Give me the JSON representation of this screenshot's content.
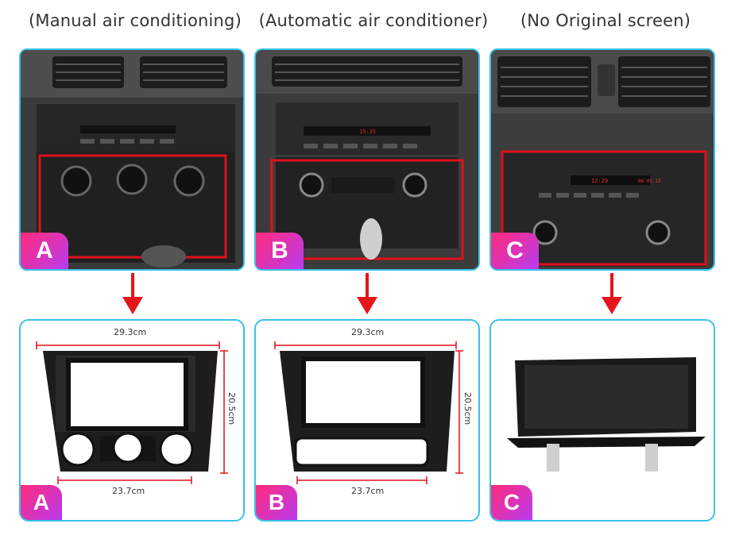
{
  "captions": [
    "(Manual air conditioning)",
    "(Automatic air conditioner)",
    "(No Original screen)"
  ],
  "photos": [
    {
      "badge": "A"
    },
    {
      "badge": "B"
    },
    {
      "badge": "C"
    }
  ],
  "panels": [
    {
      "badge": "A",
      "width_label": "29.3cm",
      "height_label": "20.5cm",
      "bottom_label": "23.7cm"
    },
    {
      "badge": "B",
      "width_label": "29.3cm",
      "height_label": "20.5cm",
      "bottom_label": "23.7cm"
    },
    {
      "badge": "C"
    }
  ],
  "car_display": {
    "time": "12:29",
    "date": "06.05.15"
  },
  "colors": {
    "frame_border": "#39c2e8",
    "highlight": "#e0101a",
    "arrow": "#e8141c",
    "badge_start": "#ff2b7a",
    "badge_end": "#b93bf0"
  }
}
